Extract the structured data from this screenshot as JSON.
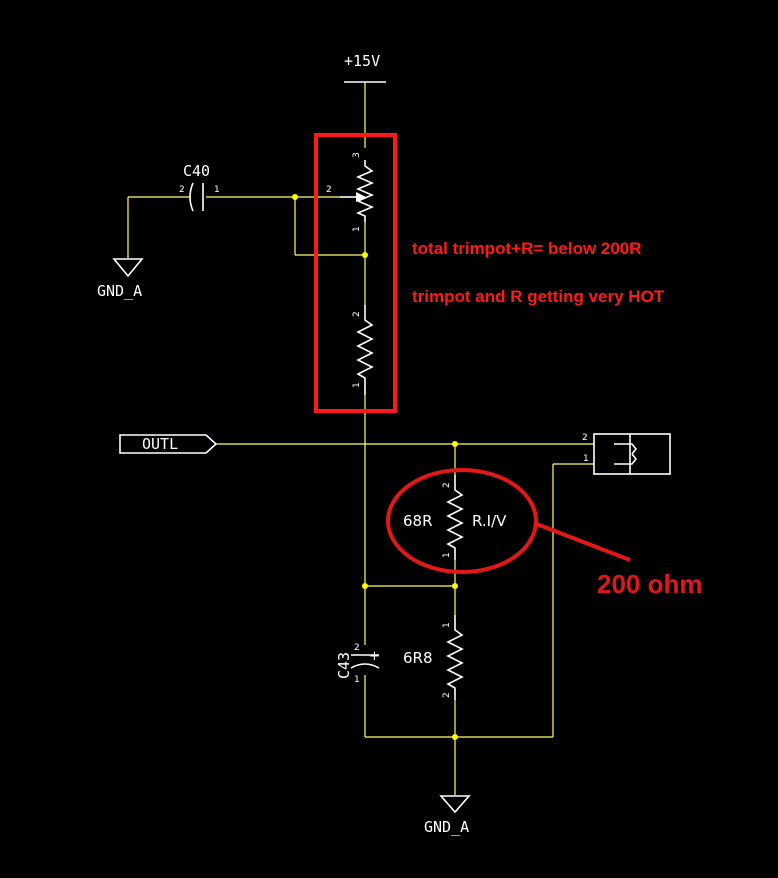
{
  "power": {
    "label": "+15V"
  },
  "grounds": {
    "left": "GND_A",
    "bottom": "GND_A"
  },
  "capacitors": {
    "c40": "C40",
    "c43": "C43"
  },
  "ports": {
    "outl": "OUTL"
  },
  "resistors": {
    "r1_value": "68R",
    "r1_note": "R.I/V",
    "r2_value": "6R8"
  },
  "pins": {
    "pot_3": "3",
    "pot_2": "2",
    "pot_1": "1",
    "r_top_2": "2",
    "r_top_1": "1",
    "c40_2": "2",
    "c40_1": "1",
    "conn_2": "2",
    "conn_1": "1",
    "r68_2": "2",
    "r68_1": "1",
    "r6r8_1": "1",
    "r6r8_2": "2",
    "c43_2": "2",
    "c43_1": "1",
    "c43_plus": "+"
  },
  "annotations": {
    "note1": "total trimpot+R= below 200R",
    "note2": "trimpot and R getting very HOT",
    "callout": "200 ohm"
  },
  "colors": {
    "background": "#000000",
    "wire": "#ffff66",
    "component": "#ffffff",
    "annotation": "#ff1a1a"
  }
}
